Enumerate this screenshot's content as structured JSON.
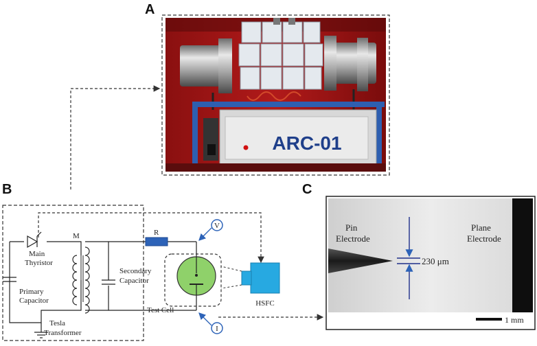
{
  "panels": {
    "a": "A",
    "b": "B",
    "c": "C"
  },
  "photo_a": {
    "machine_label": "ARC-01"
  },
  "circuit": {
    "main_thyristor_1": "Main",
    "main_thyristor_2": "Thyristor",
    "primary_cap_1": "Primary",
    "primary_cap_2": "Capacitor",
    "mutual": "M",
    "secondary_cap_1": "Secondary",
    "secondary_cap_2": "Capacitor",
    "resistor": "R",
    "tesla_1": "Tesla",
    "tesla_2": "Transformer",
    "test_cell": "Test Cell",
    "voltage_probe": "V",
    "current_probe": "I",
    "hsfc": "HSFC"
  },
  "photo_c": {
    "pin_1": "Pin",
    "pin_2": "Electrode",
    "plane_1": "Plane",
    "plane_2": "Electrode",
    "gap": "230 μm",
    "scale": "1 mm"
  },
  "colors": {
    "blue": "#2d63b8",
    "green": "#8fd16a",
    "cyan": "#27a9e1",
    "dashed": "#333333"
  }
}
